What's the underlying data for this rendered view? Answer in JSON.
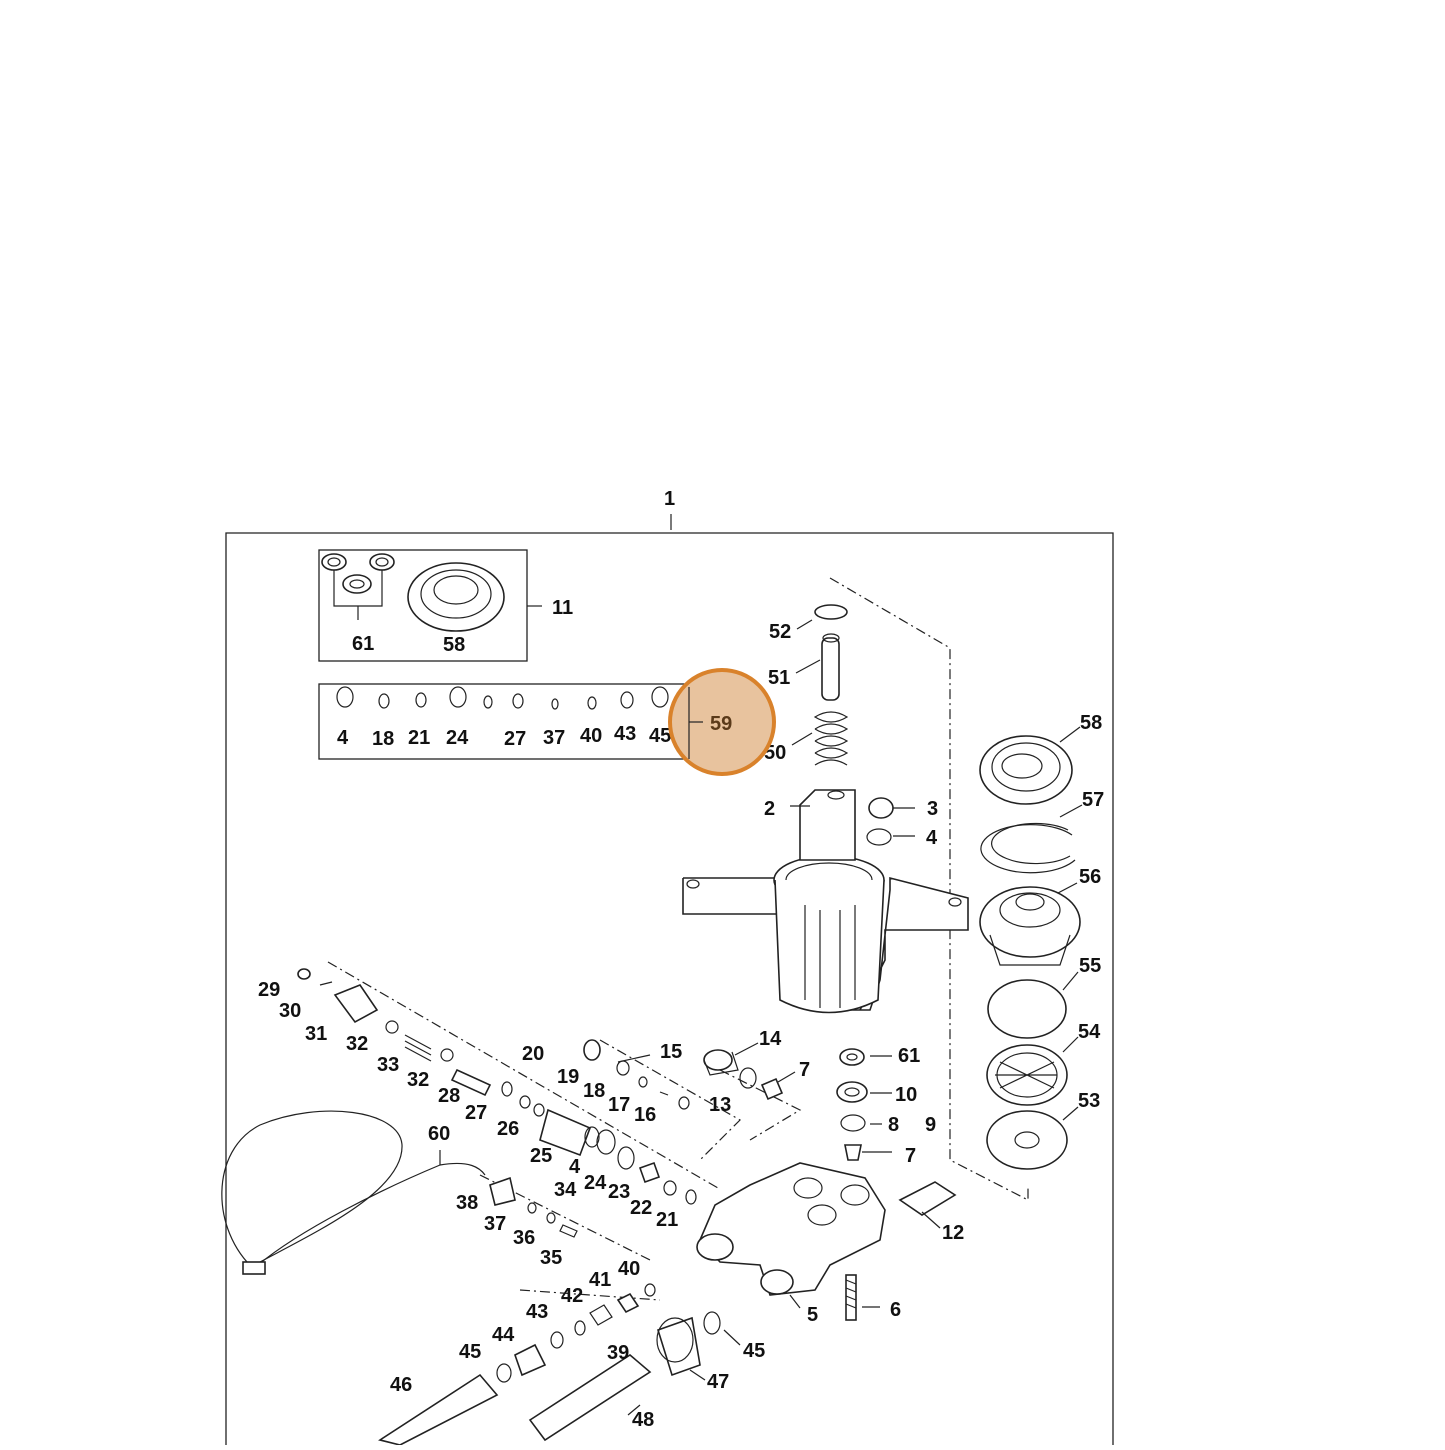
{
  "diagram": {
    "assembly_label": "1",
    "highlight": {
      "label": "59",
      "color": "#d9822b",
      "fill": "#e8c39e"
    },
    "callouts": {
      "c1": "1",
      "c2": "2",
      "c3": "3",
      "c4": "4",
      "c4b": "4",
      "c5": "5",
      "c6": "6",
      "c7": "7",
      "c7b": "7",
      "c8": "8",
      "c9": "9",
      "c10": "10",
      "c11": "11",
      "c12": "12",
      "c13": "13",
      "c14": "14",
      "c15": "15",
      "c16": "16",
      "c17": "17",
      "c18": "18",
      "c19": "19",
      "c20": "20",
      "c21": "21",
      "c22": "22",
      "c23": "23",
      "c24": "24",
      "c25": "25",
      "c26": "26",
      "c27": "27",
      "c28": "28",
      "c29": "29",
      "c30": "30",
      "c31": "31",
      "c32": "32",
      "c32b": "32",
      "c33": "33",
      "c34": "34",
      "c35": "35",
      "c36": "36",
      "c37": "37",
      "c38": "38",
      "c39": "39",
      "c40": "40",
      "c41": "41",
      "c42": "42",
      "c43": "43",
      "c44": "44",
      "c45": "45",
      "c45b": "45",
      "c46": "46",
      "c47": "47",
      "c48": "48",
      "c50": "50",
      "c51": "51",
      "c52": "52",
      "c53": "53",
      "c54": "54",
      "c55": "55",
      "c56": "56",
      "c57": "57",
      "c58": "58",
      "c60": "60",
      "c61": "61"
    },
    "kit_seals": {
      "label": "11",
      "items": [
        "61",
        "58"
      ]
    },
    "kit_orings": {
      "label": "59",
      "items": [
        "4",
        "18",
        "21",
        "24",
        "27",
        "37",
        "40",
        "43",
        "45"
      ]
    }
  }
}
